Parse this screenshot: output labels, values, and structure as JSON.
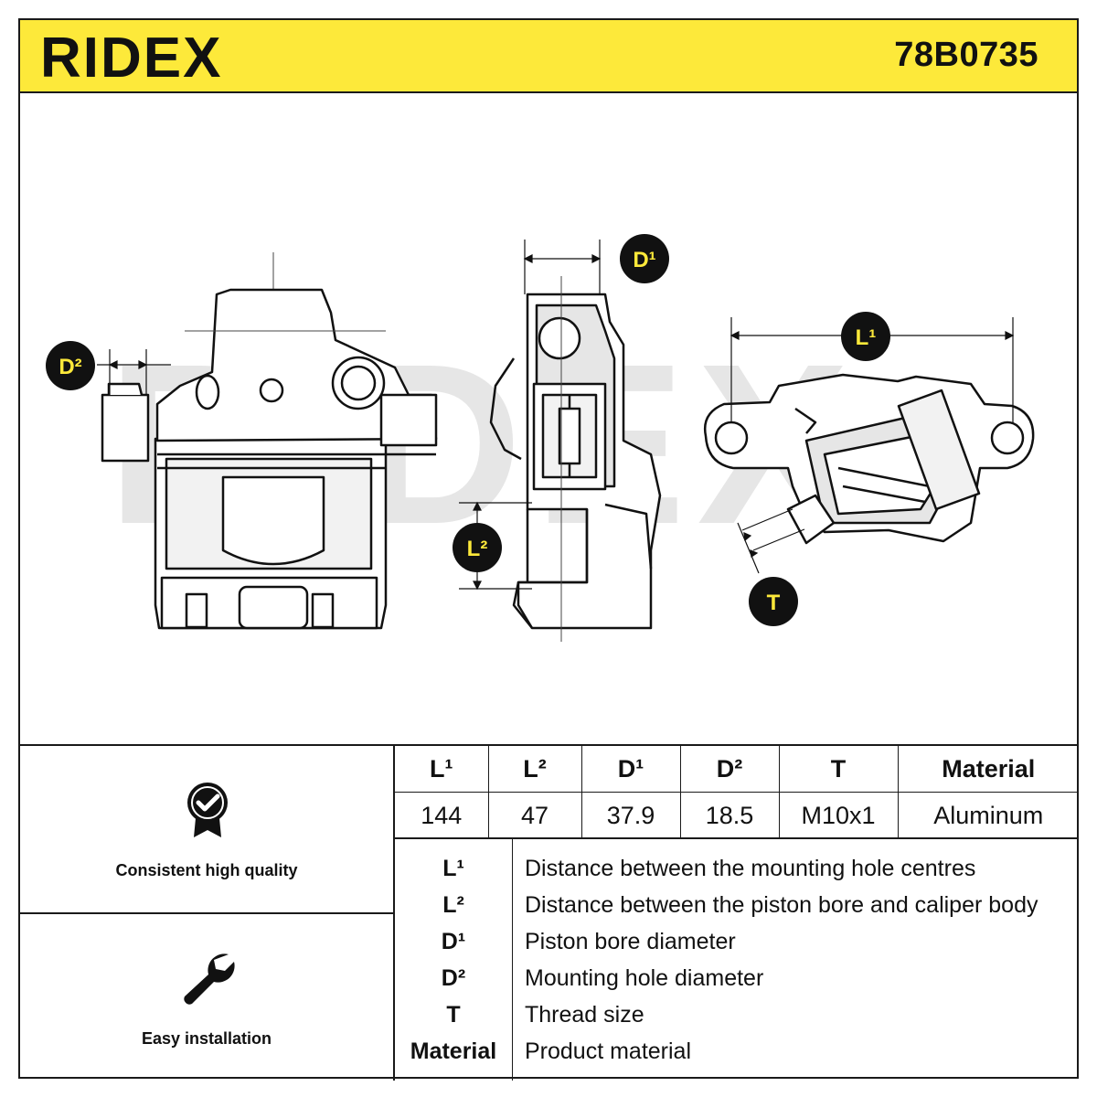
{
  "header": {
    "brand": "RIDEX",
    "part_number": "78B0735",
    "accent_color": "#fde93a"
  },
  "drawing": {
    "watermark": "RIDEX",
    "badges": {
      "d2": "D²",
      "d1": "D¹",
      "l1": "L¹",
      "l2": "L²",
      "t": "T"
    }
  },
  "features": [
    {
      "icon": "quality-badge-icon",
      "label": "Consistent high quality"
    },
    {
      "icon": "wrench-icon",
      "label": "Easy installation"
    }
  ],
  "spec_table": {
    "headers": [
      "L¹",
      "L²",
      "D¹",
      "D²",
      "T",
      "Material"
    ],
    "values": [
      "144",
      "47",
      "37.9",
      "18.5",
      "M10x1",
      "Aluminum"
    ]
  },
  "legend": [
    {
      "key": "L¹",
      "description": "Distance between the mounting hole centres"
    },
    {
      "key": "L²",
      "description": "Distance between the piston bore and caliper body"
    },
    {
      "key": "D¹",
      "description": "Piston bore diameter"
    },
    {
      "key": "D²",
      "description": "Mounting hole diameter"
    },
    {
      "key": "T",
      "description": "Thread size"
    },
    {
      "key": "Material",
      "description": "Product material"
    }
  ]
}
